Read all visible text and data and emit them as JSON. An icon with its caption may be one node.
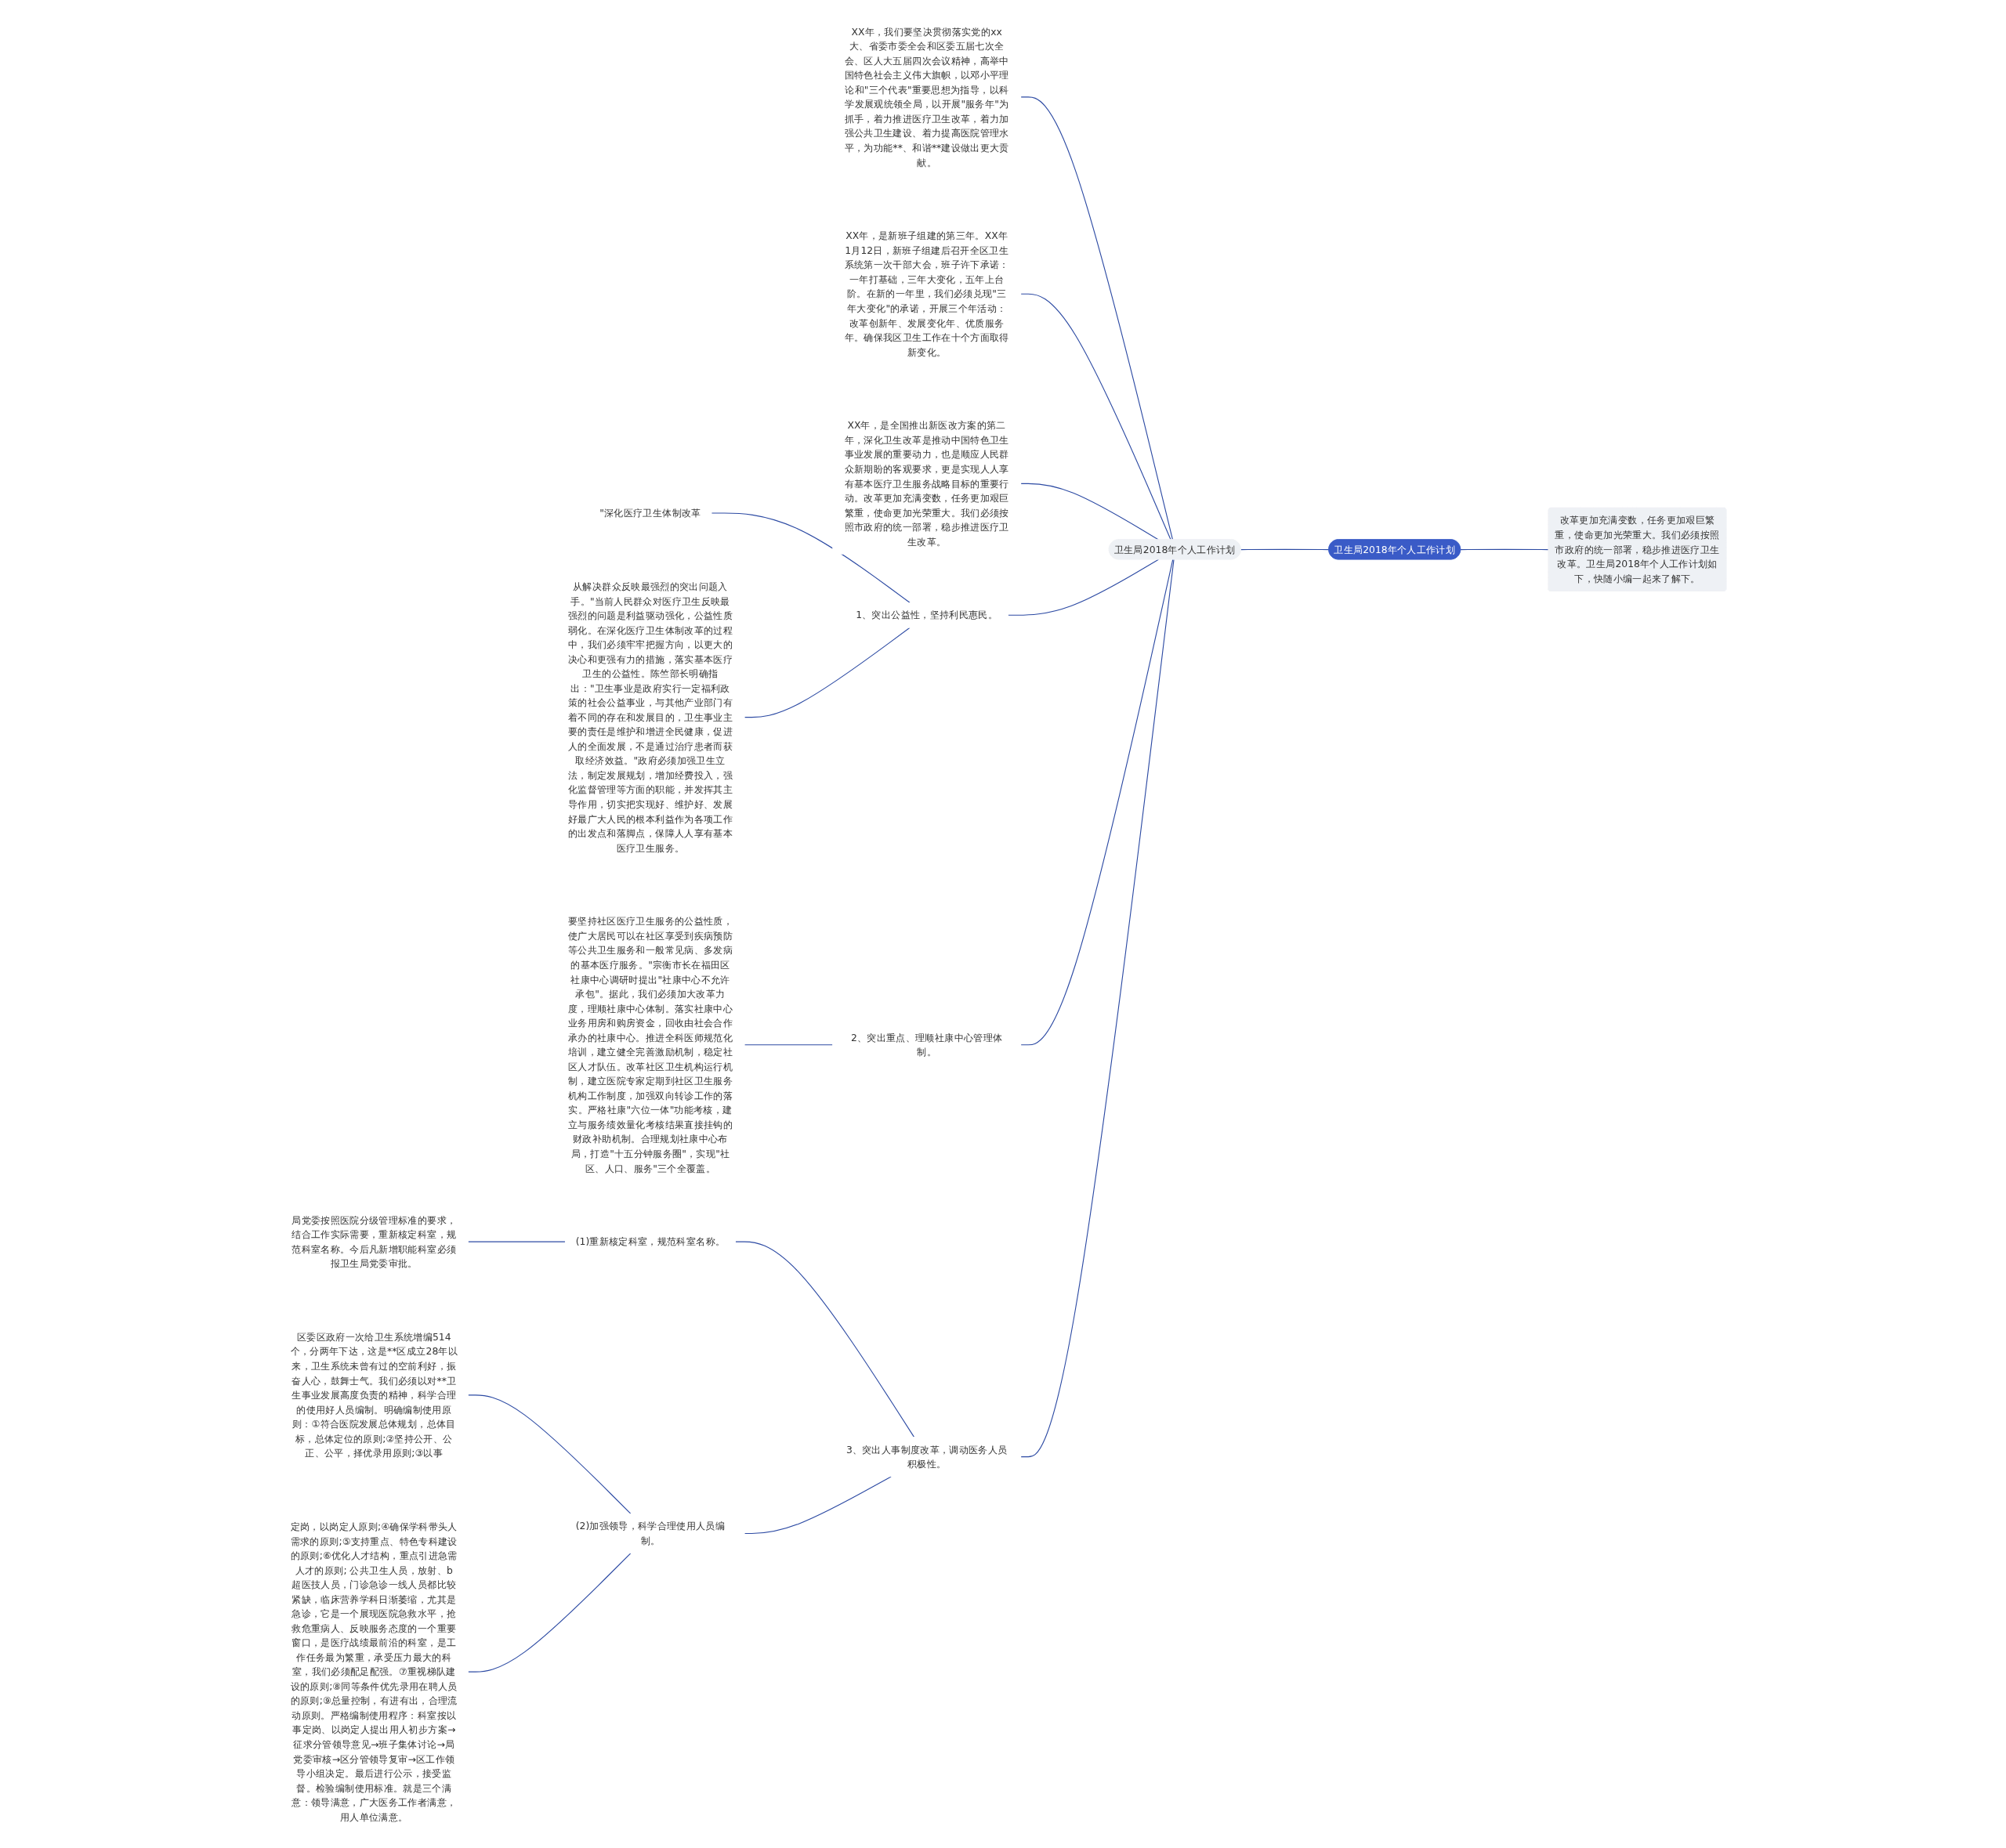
{
  "diagram": {
    "nodes": [
      {
        "text": [
          "卫生局2018年个人工作计划"
        ]
      },
      {
        "text": [
          "改革更加充满变数，任务更加艰巨繁重，使命更加光荣重大。我们必须按照市政府的统一部署，稳步推进医疗卫生改革。卫生局2018年个人工作计划如下，快随小编一起来了解下。"
        ]
      },
      {
        "text": [
          "卫生局2018年个人工作计划"
        ]
      },
      {
        "text": [
          "XX年，我们要坚决贯彻落实党的xx大、省委市委全会和区委五届七次全会、区人大五届四次会议精神，高举中国特色社会主义伟大旗帜，以邓小平理论和\"三个代表\"重要思想为指导，以科学发展观统领全局，以开展\"服务年\"为抓手，着力推进医疗卫生改革，着力加强公共卫生建设、着力提高医院管理水平，为功能**、和谐**建设做出更大贡献。"
        ]
      },
      {
        "text": [
          "XX年，是新班子组建的第三年。XX年1月12日，新班子组建后召开全区卫生系统第一次干部大会，班子许下承诺：一年打基础，三年大变化，五年上台阶。在新的一年里，我们必须兑现\"三年大变化\"的承诺，开展三个年活动：改革创新年、发展变化年、优质服务年。确保我区卫生工作在十个方面取得新变化。"
        ]
      },
      {
        "text": [
          "XX年，是全国推出新医改方案的第二年，深化卫生改革是推动中国特色卫生事业发展的重要动力，也是顺应人民群众新期盼的客观要求，更是实现人人享有基本医疗卫生服务战略目标的重要行动。改革更加充满变数，任务更加艰巨繁重，使命更加光荣重大。我们必须按照市政府的统一部署，稳步推进医疗卫生改革。"
        ]
      },
      {
        "text": [
          "1、突出公益性，坚持利民惠民。"
        ]
      },
      {
        "text": [
          "\"深化医疗卫生体制改革"
        ]
      },
      {
        "text": [
          "从解决群众反映最强烈的突出问题入手。\"当前人民群众对医疗卫生反映最强烈的问题是利益驱动强化，公益性质弱化。在深化医疗卫生体制改革的过程中，我们必须牢牢把握方向，以更大的决心和更强有力的措施，落实基本医疗卫生的公益性。陈竺部长明确指出：\"卫生事业是政府实行一定福利政策的社会公益事业，与其他产业部门有着不同的存在和发展目的，卫生事业主要的责任是维护和增进全民健康，促进人的全面发展，不是通过治疗患者而获取经济效益。\"政府必须加强卫生立法，制定发展规划，增加经费投入，强化监督管理等方面的职能，并发挥其主导作用，切实把实现好、维护好、发展好最广大人民的根本利益作为各项工作的出发点和落脚点，保障人人享有基本医疗卫生服务。"
        ]
      },
      {
        "text": [
          "2、突出重点、理顺社康中心管理体制。"
        ]
      },
      {
        "text": [
          "要坚持社区医疗卫生服务的公益性质，使广大居民可以在社区享受到疾病预防等公共卫生服务和一般常见病、多发病的基本医疗服务。\"宗衡市长在福田区社康中心调研时提出\"社康中心不允许承包\"。据此，我们必须加大改革力度，理顺社康中心体制。落实社康中心业务用房和购房资金，回收由社会合作承办的社康中心。推进全科医师规范化培训，建立健全完善激励机制，稳定社区人才队伍。改革社区卫生机构运行机制，建立医院专家定期到社区卫生服务机构工作制度，加强双向转诊工作的落实。严格社康\"六位一体\"功能考核，建立与服务绩效量化考核结果直接挂钩的财政补助机制。合理规划社康中心布局，打造\"十五分钟服务圈\"，实现\"社区、人口、服务\"三个全覆盖。"
        ]
      },
      {
        "text": [
          "3、突出人事制度改革，调动医务人员积极性。"
        ]
      },
      {
        "text": [
          "(1)重新核定科室，规范科室名称。"
        ]
      },
      {
        "text": [
          "局党委按照医院分级管理标准的要求，结合工作实际需要，重新核定科室，规范科室名称。今后凡新增职能科室必须报卫生局党委审批。"
        ]
      },
      {
        "text": [
          "(2)加强领导，科学合理使用人员编制。"
        ]
      },
      {
        "text": [
          "区委区政府一次给卫生系统增编514个，分两年下达，这是**区成立28年以来，卫生系统未曾有过的空前利好，振奋人心，鼓舞士气。我们必须以对**卫生事业发展高度负责的精神，科学合理的使用好人员编制。明确编制使用原则：①符合医院发展总体规划，总体目标，总体定位的原则;②坚持公开、公正、公平，择优录用原则;③以事"
        ]
      },
      {
        "text": [
          "定岗，以岗定人原则;④确保学科带头人需求的原则;⑤支持重点、特色专科建设的原则;⑥优化人才结构，重点引进急需人才的原则; 公共卫生人员，放射、b超医技人员，门诊急诊一线人员都比较紧缺，临床营养学科日渐萎缩，尤其是急诊，它是一个展现医院急救水平，抢救危重病人、反映服务态度的一个重要窗口，是医疗战绩最前沿的科室，是工作任务最为繁重，承受压力最大的科室，我们必须配足配强。⑦重视梯队建设的原则;⑧同等条件优先录用在聘人员的原则;⑨总量控制，有进有出，合理流动原则。严格编制使用程序：科室按以事定岗、以岗定人提出用人初步方案→征求分管领导意见→班子集体讨论→局党委审核→区分管领导复审→区工作领导小组决定。最后进行公示，接受监督。检验编制使用标准。就是三个满意：领导满意，广大医务工作者满意，用人单位满意。"
        ]
      }
    ],
    "edges": [
      {
        "from": 1,
        "to": 0,
        "arrow": "none"
      },
      {
        "from": 0,
        "to": 2,
        "arrow": "none"
      },
      {
        "from": 2,
        "to": 3,
        "arrow": "none"
      },
      {
        "from": 2,
        "to": 4,
        "arrow": "none"
      },
      {
        "from": 2,
        "to": 5,
        "arrow": "none"
      },
      {
        "from": 2,
        "to": 6,
        "arrow": "none"
      },
      {
        "from": 6,
        "to": 7,
        "arrow": "none"
      },
      {
        "from": 6,
        "to": 8,
        "arrow": "none"
      },
      {
        "from": 2,
        "to": 9,
        "arrow": "none"
      },
      {
        "from": 9,
        "to": 10,
        "arrow": "none"
      },
      {
        "from": 2,
        "to": 11,
        "arrow": "none"
      },
      {
        "from": 11,
        "to": 12,
        "arrow": "none"
      },
      {
        "from": 12,
        "to": 13,
        "arrow": "none"
      },
      {
        "from": 11,
        "to": 14,
        "arrow": "none"
      },
      {
        "from": 14,
        "to": 15,
        "arrow": "none"
      },
      {
        "from": 14,
        "to": 16,
        "arrow": "none"
      }
    ]
  }
}
